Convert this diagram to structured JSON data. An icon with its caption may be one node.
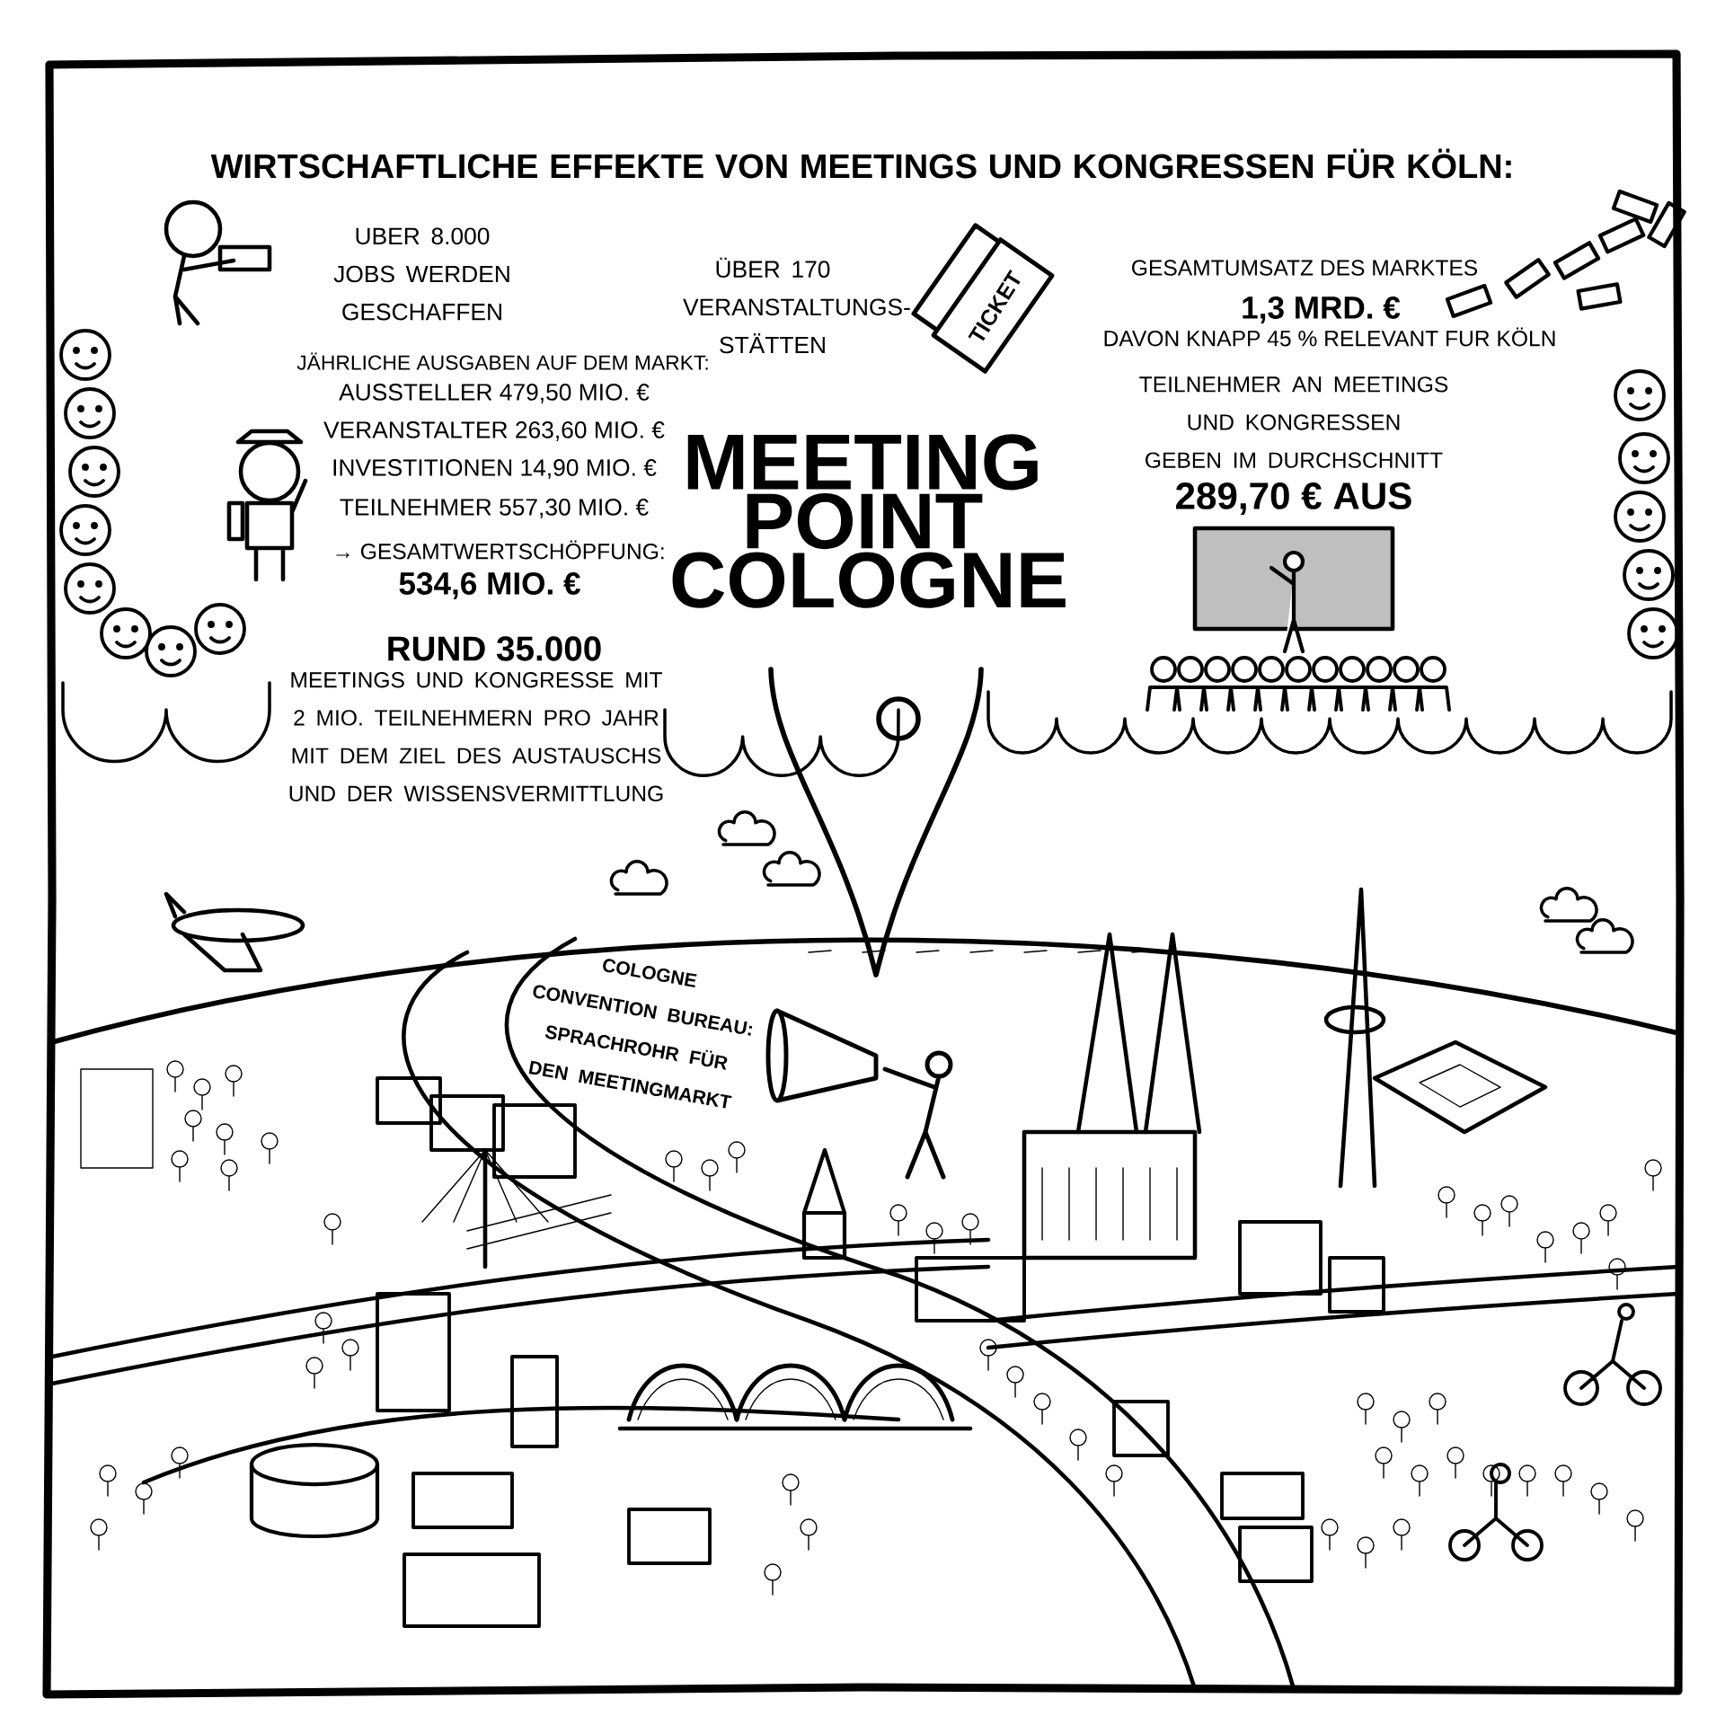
{
  "diagram": {
    "title": "WIRTSCHAFTLICHE EFFEKTE VON MEETINGS UND KONGRESSEN FÜR KÖLN:",
    "labels": [
      "UBER 8.000 JOBS WERDEN GESCHAFFEN",
      "ÜBER 170 VERANSTALTUNGS- STÄTTEN",
      "TICKET",
      "GESAMTUMSATZ DES MARKTES",
      "1,3 MRD. €",
      "DAVON KNAPP 45 % RELEVANT FUR KÖLN",
      "JÄHRLICHE AUSGABEN AUF DEM MARKT:",
      "AUSSTELLER 479,50 MIO. €",
      "VERANSTALTER 263,60 MIO. €",
      "INVESTITIONEN 14,90 MIO. €",
      "TEILNEHMER 557,30 MIO. €",
      "MEETING POINT COLOGNE",
      "TEILNEHMER AN MEETINGS UND KONGRESSEN GEBEN IM DURCHSCHNITT",
      "289,70 € AUS",
      "→ GESAMTWERTSCHÖPFUNG:",
      "534,6 MIO. €",
      "RUND 35.000",
      "MEETINGS UND KONGRESSE MIT 2 MIO. TEILNEHMERN PRO JAHR MIT DEM ZIEL DES AUSTAUSCHS UND DER WISSENSVERMITTLUNG",
      "COLOGNE CONVENTION BUREAU: SPRACHROHR FÜR DEN MEETINGMARKT"
    ]
  }
}
